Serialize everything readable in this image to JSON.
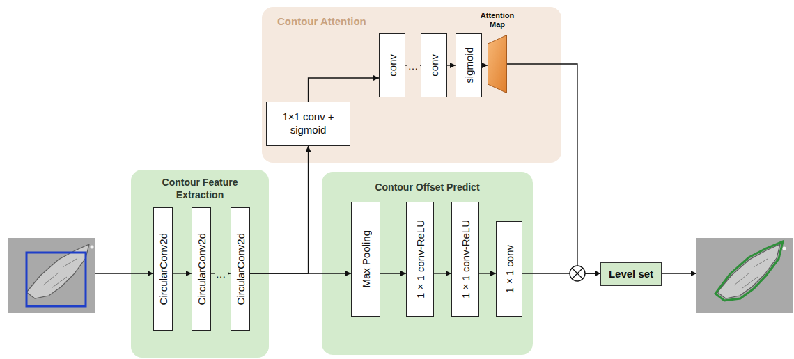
{
  "diagram": {
    "nodes": [
      {
        "text": [
          "Contour Attention"
        ]
      },
      {
        "text": [
          "1×1 conv + sigmoid"
        ],
        "in": 0
      },
      {
        "text": [
          "conv"
        ],
        "in": 0
      },
      {
        "text": [
          "conv"
        ],
        "in": 0
      },
      {
        "text": [
          "sigmoid"
        ],
        "in": 0
      },
      {
        "text": [
          "Attention Map"
        ],
        "in": 0
      },
      {
        "text": [
          "Contour Feature Extraction"
        ]
      },
      {
        "text": [
          "CircularConv2d"
        ],
        "in": 6
      },
      {
        "text": [
          "CircularConv2d"
        ],
        "in": 6
      },
      {
        "text": [
          "CircularConv2d"
        ],
        "in": 6
      },
      {
        "text": [
          "Contour Offset Predict"
        ]
      },
      {
        "text": [
          "Max Pooling"
        ],
        "in": 10
      },
      {
        "text": [
          "1×1 conv-ReLU"
        ],
        "in": 10
      },
      {
        "text": [
          "1×1 conv-ReLU"
        ],
        "in": 10
      },
      {
        "text": [
          "1×1 conv"
        ],
        "in": 10
      },
      {
        "text": [
          "Level set"
        ]
      }
    ],
    "edges": [
      {
        "from": 1,
        "to": 2,
        "arrow": "to"
      },
      {
        "from": 2,
        "to": 3,
        "label": "…",
        "arrow": "to"
      },
      {
        "from": 3,
        "to": 4,
        "arrow": "to"
      },
      {
        "from": 4,
        "to": 5,
        "arrow": "to"
      },
      {
        "from": 7,
        "to": 8,
        "arrow": "to"
      },
      {
        "from": 8,
        "to": 9,
        "label": "…",
        "arrow": "to"
      },
      {
        "from": 9,
        "to": 11,
        "arrow": "to"
      },
      {
        "from": 9,
        "to": 1,
        "arrow": "to"
      },
      {
        "from": 11,
        "to": 12,
        "arrow": "to"
      },
      {
        "from": 12,
        "to": 13,
        "arrow": "to"
      },
      {
        "from": 13,
        "to": 14,
        "arrow": "to"
      },
      {
        "from": 14,
        "to": 15,
        "arrow": "to"
      },
      {
        "from": 5,
        "to": 15,
        "arrow": "to"
      }
    ]
  }
}
